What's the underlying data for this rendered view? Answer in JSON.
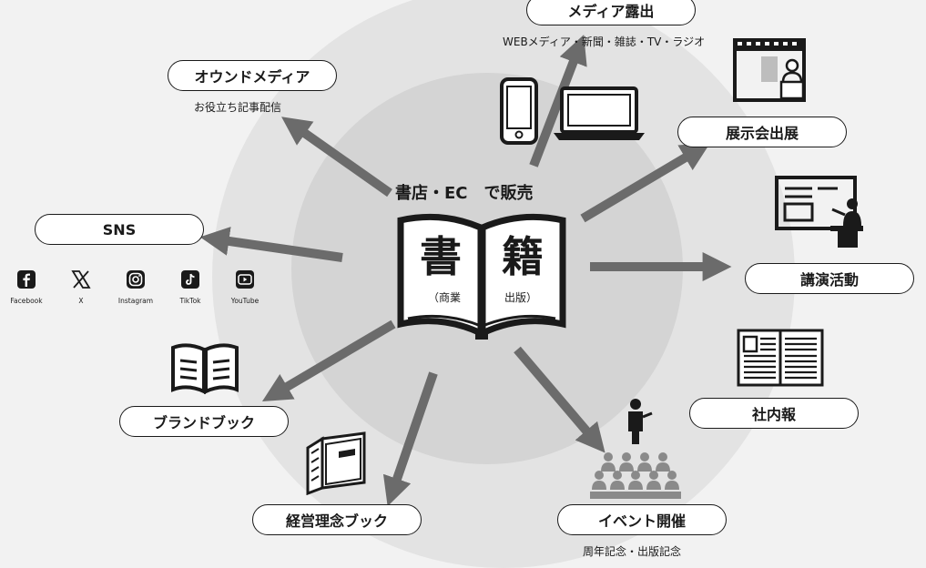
{
  "center": {
    "title": "書店・EC　で販売",
    "char1": "書",
    "char2": "籍",
    "sub1": "（商業",
    "sub2": "出版）"
  },
  "nodes": {
    "media": {
      "label": "メディア露出",
      "sub": "WEBメディア・新聞・雑誌・TV・ラジオ"
    },
    "owned": {
      "label": "オウンドメディア",
      "sub": "お役立ち記事配信"
    },
    "sns": {
      "label": "SNS"
    },
    "exhibition": {
      "label": "展示会出展"
    },
    "lecture": {
      "label": "講演活動"
    },
    "newsletter": {
      "label": "社内報"
    },
    "brandbook": {
      "label": "ブランドブック"
    },
    "philosophy": {
      "label": "経営理念ブック"
    },
    "event": {
      "label": "イベント開催",
      "sub": "周年記念・出版記念"
    }
  },
  "sns_platforms": [
    {
      "name": "Facebook",
      "icon": "facebook-icon"
    },
    {
      "name": "X",
      "icon": "x-icon"
    },
    {
      "name": "Instagram",
      "icon": "instagram-icon"
    },
    {
      "name": "TikTok",
      "icon": "tiktok-icon"
    },
    {
      "name": "YouTube",
      "icon": "youtube-icon"
    }
  ],
  "colors": {
    "arrow": "#6b6b6b",
    "ink": "#1a1a1a",
    "outer_circle": "#e3e3e3",
    "inner_circle": "#d4d4d4"
  }
}
